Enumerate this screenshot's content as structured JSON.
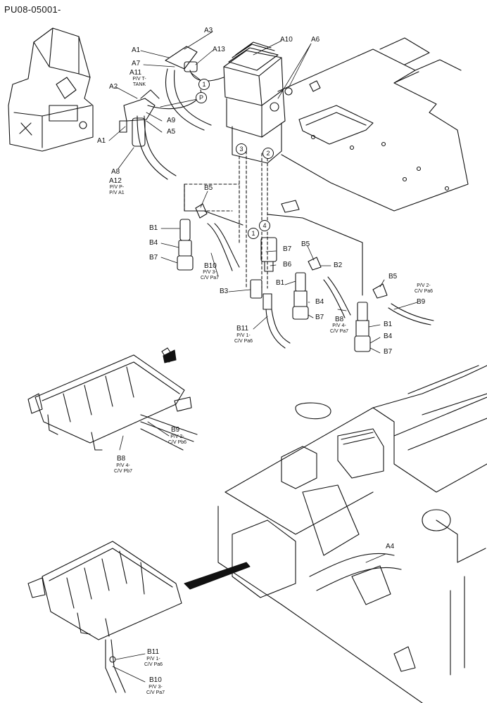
{
  "header": {
    "code": "PU08-05001-"
  },
  "labels": {
    "A1a": "A1",
    "A1b": "A1",
    "A2": "A2",
    "A3": "A3",
    "A5": "A5",
    "A6": "A6",
    "A7": "A7",
    "A8": "A8",
    "A9": "A9",
    "A10": "A10",
    "A11": "A11",
    "A12": "A12",
    "A13": "A13",
    "A4": "A4",
    "B1a": "B1",
    "B1b": "B1",
    "B1c": "B1",
    "B2": "B2",
    "B3": "B3",
    "B4a": "B4",
    "B4b": "B4",
    "B4c": "B4",
    "B5a": "B5",
    "B5b": "B5",
    "B5c": "B5",
    "B6": "B6",
    "B7a": "B7",
    "B7b": "B7",
    "B7c": "B7",
    "B7d": "B7",
    "B8a": "B8",
    "B8b": "B8",
    "B9a": "B9",
    "B9b": "B9",
    "B10a": "B10",
    "B10b": "B10",
    "B11a": "B11",
    "B11b": "B11"
  },
  "notes": {
    "A11": "P/V T-\nTANK",
    "A12": "P/V P-\nP/V A1",
    "B10a": "P/V 3-\nC/V Pa7",
    "B11a": "P/V 1-\nC/V Pa6",
    "B8a": "P/V 4-\nC/V Pa7",
    "B9a": "P/V 2-\nC/V Pa6",
    "B9b": "P/V 2-\nC/V Pb6",
    "B8b": "P/V 4-\nC/V Pb7",
    "B11b": "P/V 1-\nC/V Pa6",
    "B10b": "P/V 3-\nC/V Pa7"
  },
  "circles": {
    "c1a": "1",
    "c1b": "1",
    "c2": "2",
    "c3": "3",
    "c4": "4",
    "cP": "P"
  }
}
